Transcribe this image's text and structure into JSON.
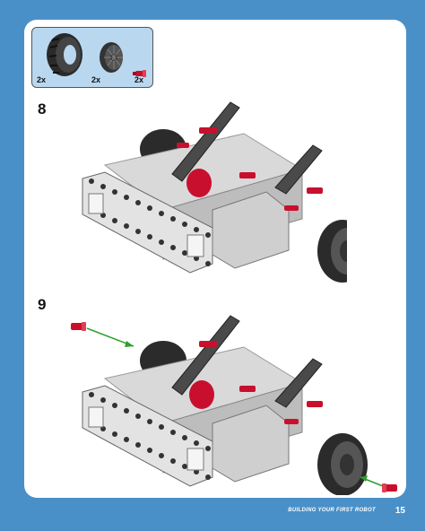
{
  "parts_list": {
    "items": [
      {
        "name": "tire",
        "quantity": "2x"
      },
      {
        "name": "wheel-hub",
        "quantity": "2x"
      },
      {
        "name": "red-pin",
        "quantity": "2x"
      }
    ]
  },
  "steps": [
    {
      "number": "8"
    },
    {
      "number": "9"
    }
  ],
  "footer": {
    "section_title": "BUILDING YOUR FIRST ROBOT",
    "page_number": "15"
  },
  "colors": {
    "page_background": "#4a90c8",
    "parts_box": "#b9d8f0",
    "beam_dark": "#4a4a4a",
    "pin_red": "#c8102e",
    "arrow_green": "#2e9e2e"
  }
}
